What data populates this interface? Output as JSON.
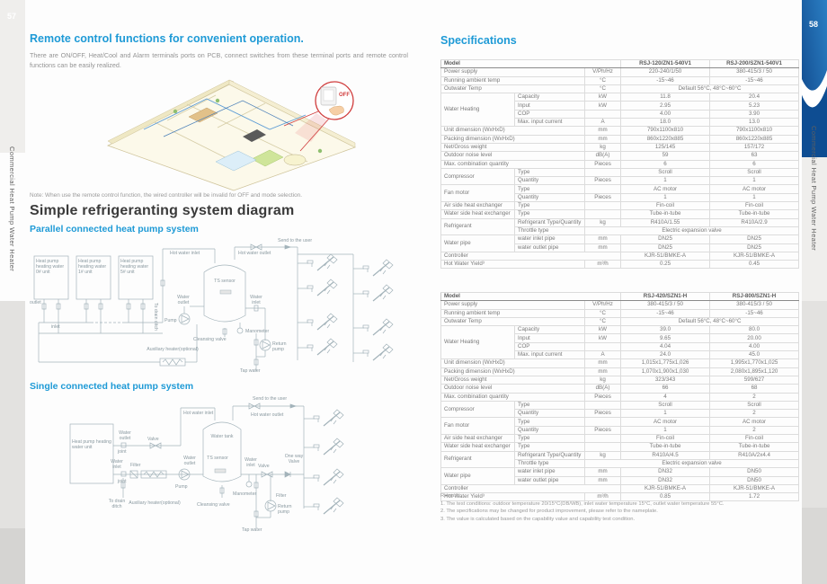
{
  "colors": {
    "accent_blue": "#1e9ad6",
    "band_blue_top": "#2b7fc4",
    "band_blue_bottom": "#0b3c74",
    "dark_heading": "#3a3a3a",
    "body_gray": "#949494",
    "table_text": "#7a7a7a",
    "diagram_stroke": "#a3b3ba",
    "alert_red": "#d03c3c"
  },
  "page_left": {
    "page_number": "57",
    "sidebar_text": "Commercial Heat Pump Water Heater",
    "remote_section": {
      "title": "Remote control functions for convenient operation.",
      "body": "There are ON/OFF, Heat/Cool and Alarm terminals ports on PCB, connect switches from these terminal ports and remote control functions can be easily realized.",
      "switch_label": "OFF",
      "note": "Note: When use the remote control function, the wired controller will be invalid for OFF and mode selection."
    },
    "system_section": {
      "title": "Simple refrigeranting system diagram",
      "parallel_subtitle": "Parallel connected heat pump system",
      "single_subtitle": "Single connected heat pump system"
    },
    "parallel_diagram": {
      "unit1": "Heat pump heating water 0# unit",
      "unit2": "Heat pump heating water 1# unit",
      "unit3": "Heat pump heating water 5# unit",
      "outlet": "outlet",
      "inlet": "inlet",
      "to_drain_ditch": "To drain ditch",
      "hot_water_inlet": "Hot water inlet",
      "hot_water_outlet": "Hot water outlet",
      "send_to_user": "Send to the user",
      "ts_sensor": "TS sensor",
      "water_outlet": "Water outlet",
      "water_inlet": "Water inlet",
      "pump": "Pump",
      "manometer": "Manometer",
      "cleansing_valve": "Cleansing valve",
      "auxiliary_heater": "Auxiliary heater(optional)",
      "return_pump": "Return pump",
      "tap_water": "Tap water"
    },
    "single_diagram": {
      "unit": "Heat pump heating water unit",
      "water_outlet": "Water outlet",
      "joint1": "joint",
      "valve": "Valve",
      "hot_water_inlet": "Hot water inlet",
      "water_tank": "Water tank",
      "send_to_user": "Send to the user",
      "hot_water_outlet": "Hot water outlet",
      "water_inlet": "Water inlet",
      "joint2": "joint",
      "filter1": "Filter",
      "to_drain_ditch": "To drain ditch",
      "auxiliary_heater": "Auxiliary heater(optional)",
      "pump": "Pump",
      "water_outlet2": "Water outlet",
      "ts_sensor": "TS sensor",
      "water_inlet2": "Water inlet",
      "cleansing_valve": "Cleansing valve",
      "manometer": "Manometer",
      "filter2": "Filter",
      "return_pump": "Return pump",
      "tap_water": "Tap water",
      "valve2": "Valve",
      "one_way_valve": "One way Valve"
    }
  },
  "page_right": {
    "page_number": "58",
    "sidebar_text": "Commercial Heat Pump Water Heater",
    "title": "Specifications",
    "table1": {
      "rows": [
        [
          {
            "t": "Model",
            "cs": 3,
            "l": 1
          },
          {
            "t": "RSJ-120/ZN1-540V1"
          },
          {
            "t": "RSJ-200/SZN1-540V1"
          }
        ],
        [
          {
            "t": "Power supply",
            "cs": 2,
            "l": 1
          },
          {
            "t": "V/Ph/Hz"
          },
          {
            "t": "220-240/1/50"
          },
          {
            "t": "380-415/3 / 50"
          }
        ],
        [
          {
            "t": "Running ambient temp",
            "cs": 2,
            "l": 1
          },
          {
            "t": "°C"
          },
          {
            "t": "-15~46"
          },
          {
            "t": "-15~46"
          }
        ],
        [
          {
            "t": "Outwater Temp",
            "cs": 2,
            "l": 1
          },
          {
            "t": "°C"
          },
          {
            "t": "Default 56°C, 48°C~60°C",
            "cs": 2
          }
        ],
        [
          {
            "t": "Water Heating",
            "rs": 4,
            "l": 1
          },
          {
            "t": "Capacity",
            "l": 1
          },
          {
            "t": "kW"
          },
          {
            "t": "11.8"
          },
          {
            "t": "20.4"
          }
        ],
        [
          {
            "t": "Input",
            "l": 1
          },
          {
            "t": "kW"
          },
          {
            "t": "2.95"
          },
          {
            "t": "5.23"
          }
        ],
        [
          {
            "t": "COP",
            "l": 1
          },
          {
            "t": ""
          },
          {
            "t": "4.00"
          },
          {
            "t": "3.90"
          }
        ],
        [
          {
            "t": "Max. input current",
            "l": 1
          },
          {
            "t": "A"
          },
          {
            "t": "18.0"
          },
          {
            "t": "13.0"
          }
        ],
        [
          {
            "t": "Unit dimension (WxHxD)",
            "cs": 2,
            "l": 1
          },
          {
            "t": "mm"
          },
          {
            "t": "790x1100x810"
          },
          {
            "t": "790x1100x810"
          }
        ],
        [
          {
            "t": "Packing  dimension  (WxHxD)",
            "cs": 2,
            "l": 1
          },
          {
            "t": "mm"
          },
          {
            "t": "860x1220x885"
          },
          {
            "t": "860x1220x885"
          }
        ],
        [
          {
            "t": "Net/Gross weight",
            "cs": 2,
            "l": 1
          },
          {
            "t": "kg"
          },
          {
            "t": "125/145"
          },
          {
            "t": "157/172"
          }
        ],
        [
          {
            "t": "Outdoor noise level",
            "cs": 2,
            "l": 1
          },
          {
            "t": "dB(A)"
          },
          {
            "t": "59"
          },
          {
            "t": "63"
          }
        ],
        [
          {
            "t": "Max. combination quantity",
            "cs": 2,
            "l": 1
          },
          {
            "t": "Pieces"
          },
          {
            "t": "6"
          },
          {
            "t": "6"
          }
        ],
        [
          {
            "t": "Compressor",
            "rs": 2,
            "l": 1
          },
          {
            "t": "Type",
            "l": 1
          },
          {
            "t": ""
          },
          {
            "t": "Scroll"
          },
          {
            "t": "Scroll"
          }
        ],
        [
          {
            "t": "Quantity",
            "l": 1
          },
          {
            "t": "Pieces"
          },
          {
            "t": "1"
          },
          {
            "t": "1"
          }
        ],
        [
          {
            "t": "Fan motor",
            "rs": 2,
            "l": 1
          },
          {
            "t": "Type",
            "l": 1
          },
          {
            "t": ""
          },
          {
            "t": "AC motor"
          },
          {
            "t": "AC motor"
          }
        ],
        [
          {
            "t": "Quantity",
            "l": 1
          },
          {
            "t": "Pieces"
          },
          {
            "t": "1"
          },
          {
            "t": "1"
          }
        ],
        [
          {
            "t": "Air side heat exchanger",
            "l": 1
          },
          {
            "t": "Type",
            "l": 1
          },
          {
            "t": ""
          },
          {
            "t": "Fin-coil"
          },
          {
            "t": "Fin-coil"
          }
        ],
        [
          {
            "t": "Water side heat exchanger",
            "l": 1
          },
          {
            "t": "Type",
            "l": 1
          },
          {
            "t": ""
          },
          {
            "t": "Tube-in-tube"
          },
          {
            "t": "Tube-in-tube"
          }
        ],
        [
          {
            "t": "Refrigerant",
            "rs": 2,
            "l": 1
          },
          {
            "t": "Refrigerant Type/Quantity",
            "l": 1
          },
          {
            "t": "kg"
          },
          {
            "t": "R410A/1.55"
          },
          {
            "t": "R410A/2.9"
          }
        ],
        [
          {
            "t": "Throttle type",
            "l": 1
          },
          {
            "t": "Electric expansion valve",
            "cs": 3
          }
        ],
        [
          {
            "t": "Water  pipe",
            "rs": 2,
            "l": 1
          },
          {
            "t": "water inlet pipe",
            "l": 1
          },
          {
            "t": "mm"
          },
          {
            "t": "DN25"
          },
          {
            "t": "DN25"
          }
        ],
        [
          {
            "t": "water outlet pipe",
            "l": 1
          },
          {
            "t": "mm"
          },
          {
            "t": "DN25"
          },
          {
            "t": "DN25"
          }
        ],
        [
          {
            "t": "Controller",
            "cs": 3,
            "l": 1
          },
          {
            "t": "KJR-51/BMKE-A"
          },
          {
            "t": "KJR-51/BMKE-A"
          }
        ],
        [
          {
            "t": "Hot Water Yield³",
            "cs": 2,
            "l": 1
          },
          {
            "t": "m³/h"
          },
          {
            "t": "0.25"
          },
          {
            "t": "0.45"
          }
        ]
      ]
    },
    "table2": {
      "rows": [
        [
          {
            "t": "Model",
            "cs": 3,
            "l": 1
          },
          {
            "t": "RSJ-420/SZN1-H"
          },
          {
            "t": "RSJ-800/SZN1-H"
          }
        ],
        [
          {
            "t": "Power supply",
            "cs": 2,
            "l": 1
          },
          {
            "t": "V/Ph/Hz"
          },
          {
            "t": "380-415/3 / 50"
          },
          {
            "t": "380-415/3 / 50"
          }
        ],
        [
          {
            "t": "Running ambient temp",
            "cs": 2,
            "l": 1
          },
          {
            "t": "°C"
          },
          {
            "t": "-15~46"
          },
          {
            "t": "-15~46"
          }
        ],
        [
          {
            "t": "Outwater Temp",
            "cs": 2,
            "l": 1
          },
          {
            "t": "°C"
          },
          {
            "t": "Default 56°C, 48°C~60°C",
            "cs": 2
          }
        ],
        [
          {
            "t": "Water Heating",
            "rs": 4,
            "l": 1
          },
          {
            "t": "Capacity",
            "l": 1
          },
          {
            "t": "kW"
          },
          {
            "t": "39.0"
          },
          {
            "t": "80.0"
          }
        ],
        [
          {
            "t": "Input",
            "l": 1
          },
          {
            "t": "kW"
          },
          {
            "t": "9.65"
          },
          {
            "t": "20.00"
          }
        ],
        [
          {
            "t": "COP",
            "l": 1
          },
          {
            "t": ""
          },
          {
            "t": "4.04"
          },
          {
            "t": "4.00"
          }
        ],
        [
          {
            "t": "Max. input current",
            "l": 1
          },
          {
            "t": "A"
          },
          {
            "t": "24.0"
          },
          {
            "t": "45.0"
          }
        ],
        [
          {
            "t": "Unit dimension (WxHxD)",
            "cs": 2,
            "l": 1
          },
          {
            "t": "mm"
          },
          {
            "t": "1,015x1,775x1,026"
          },
          {
            "t": "1,995x1,770x1,025"
          }
        ],
        [
          {
            "t": "Packing  dimension  (WxHxD)",
            "cs": 2,
            "l": 1
          },
          {
            "t": "mm"
          },
          {
            "t": "1,070x1,900x1,030"
          },
          {
            "t": "2,080x1,895x1,120"
          }
        ],
        [
          {
            "t": "Net/Gross weight",
            "cs": 2,
            "l": 1
          },
          {
            "t": "kg"
          },
          {
            "t": "323/343"
          },
          {
            "t": "599/627"
          }
        ],
        [
          {
            "t": "Outdoor noise level",
            "cs": 2,
            "l": 1
          },
          {
            "t": "dB(A)"
          },
          {
            "t": "66"
          },
          {
            "t": "68"
          }
        ],
        [
          {
            "t": "Max. combination quantity",
            "cs": 2,
            "l": 1
          },
          {
            "t": "Pieces"
          },
          {
            "t": "4"
          },
          {
            "t": "2"
          }
        ],
        [
          {
            "t": "Compressor",
            "rs": 2,
            "l": 1
          },
          {
            "t": "Type",
            "l": 1
          },
          {
            "t": ""
          },
          {
            "t": "Scroll"
          },
          {
            "t": "Scroll"
          }
        ],
        [
          {
            "t": "Quantity",
            "l": 1
          },
          {
            "t": "Pieces"
          },
          {
            "t": "1"
          },
          {
            "t": "2"
          }
        ],
        [
          {
            "t": "Fan motor",
            "rs": 2,
            "l": 1
          },
          {
            "t": "Type",
            "l": 1
          },
          {
            "t": ""
          },
          {
            "t": "AC motor"
          },
          {
            "t": "AC motor"
          }
        ],
        [
          {
            "t": "Quantity",
            "l": 1
          },
          {
            "t": "Pieces"
          },
          {
            "t": "1"
          },
          {
            "t": "2"
          }
        ],
        [
          {
            "t": "Air side heat exchanger",
            "l": 1
          },
          {
            "t": "Type",
            "l": 1
          },
          {
            "t": ""
          },
          {
            "t": "Fin-coil"
          },
          {
            "t": "Fin-coil"
          }
        ],
        [
          {
            "t": "Water side heat exchanger",
            "l": 1
          },
          {
            "t": "Type",
            "l": 1
          },
          {
            "t": ""
          },
          {
            "t": "Tube-in-tube"
          },
          {
            "t": "Tube-in-tube"
          }
        ],
        [
          {
            "t": "Refrigerant",
            "rs": 2,
            "l": 1
          },
          {
            "t": "Refrigerant Type/Quantity",
            "l": 1
          },
          {
            "t": "kg"
          },
          {
            "t": "R410A/4.5"
          },
          {
            "t": "R410A/2x4.4"
          }
        ],
        [
          {
            "t": "Throttle type",
            "l": 1
          },
          {
            "t": "Electric expansion valve",
            "cs": 3
          }
        ],
        [
          {
            "t": "Water  pipe",
            "rs": 2,
            "l": 1
          },
          {
            "t": "water inlet pipe",
            "l": 1
          },
          {
            "t": "mm"
          },
          {
            "t": "DN32"
          },
          {
            "t": "DN50"
          }
        ],
        [
          {
            "t": "water outlet pipe",
            "l": 1
          },
          {
            "t": "mm"
          },
          {
            "t": "DN32"
          },
          {
            "t": "DN50"
          }
        ],
        [
          {
            "t": "Controller",
            "cs": 3,
            "l": 1
          },
          {
            "t": "KJR-51/BMKE-A"
          },
          {
            "t": "KJR-51/BMKE-A"
          }
        ],
        [
          {
            "t": "Hot Water Yield³",
            "cs": 2,
            "l": 1
          },
          {
            "t": "m³/h"
          },
          {
            "t": "0.85"
          },
          {
            "t": "1.72"
          }
        ]
      ]
    },
    "remark": {
      "title": "Remark:",
      "items": [
        "1. The test conditions: outdoor temperature 20/15°C(DB/WB), inlet water temperature 15°C, outlet water temperature 55°C.",
        "2. The specifications may be changed for product improvement, please refer to the nameplate.",
        "3. The value is calculated based on the capability value and capability test condition."
      ]
    }
  }
}
